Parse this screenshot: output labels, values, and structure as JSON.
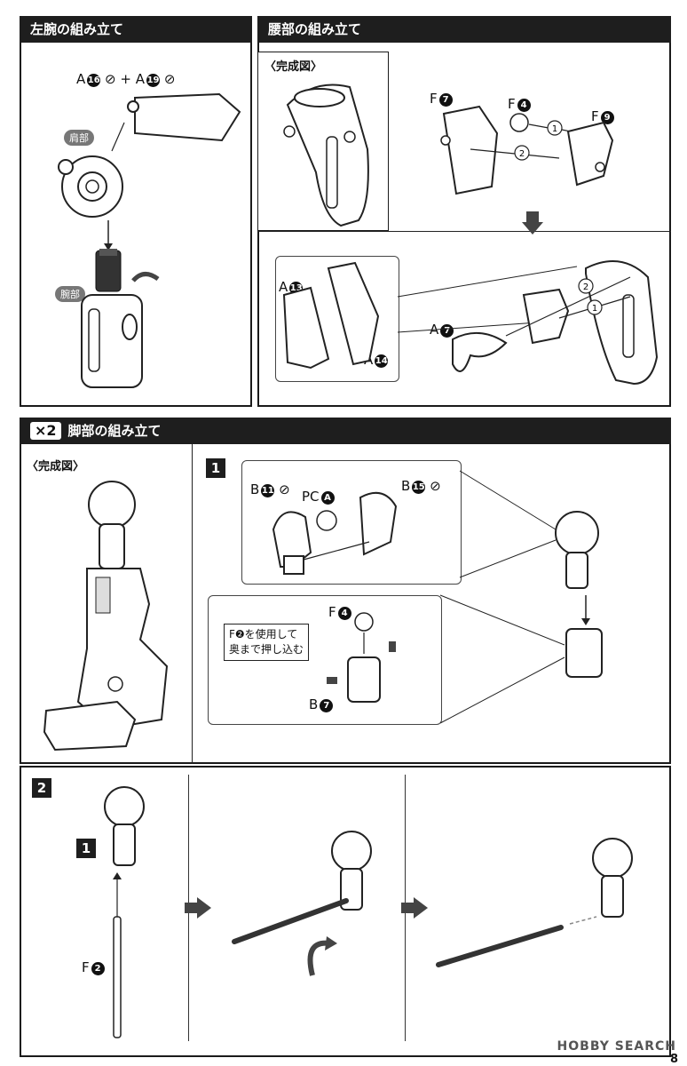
{
  "left_arm": {
    "title": "左腕の組み立て",
    "parts_label_1": "A",
    "parts_num_1": "16",
    "plus": "+",
    "parts_label_2": "A",
    "parts_num_2": "19",
    "tag_shoulder": "肩部",
    "tag_forearm": "腕部"
  },
  "waist": {
    "title": "腰部の組み立て",
    "completed": "〈完成図〉",
    "f7_label": "F",
    "f7_num": "7",
    "f4_label": "F",
    "f4_num": "4",
    "f9_label": "F",
    "f9_num": "9",
    "a13_label": "A",
    "a13_num": "13",
    "a14_label": "A",
    "a14_num": "14",
    "a7_label": "A",
    "a7_num": "7",
    "n1": "1",
    "n2": "2"
  },
  "leg": {
    "multiplier": "×2",
    "title": "脚部の組み立て",
    "completed": "〈完成図〉",
    "step1": "1",
    "b11_label": "B",
    "b11_num": "11",
    "pca_label": "PC",
    "pca_num": "A",
    "b15_label": "B",
    "b15_num": "15",
    "f4_label": "F",
    "f4_num": "4",
    "b7_label": "B",
    "b7_num": "7",
    "note_line1": "F❷を使用して",
    "note_line2": "奥まで押し込む",
    "step2": "2",
    "step1_ref": "1",
    "f2_label": "F",
    "f2_num": "2"
  },
  "footer": {
    "watermark": "HOBBY SEARCH",
    "page": "8"
  }
}
